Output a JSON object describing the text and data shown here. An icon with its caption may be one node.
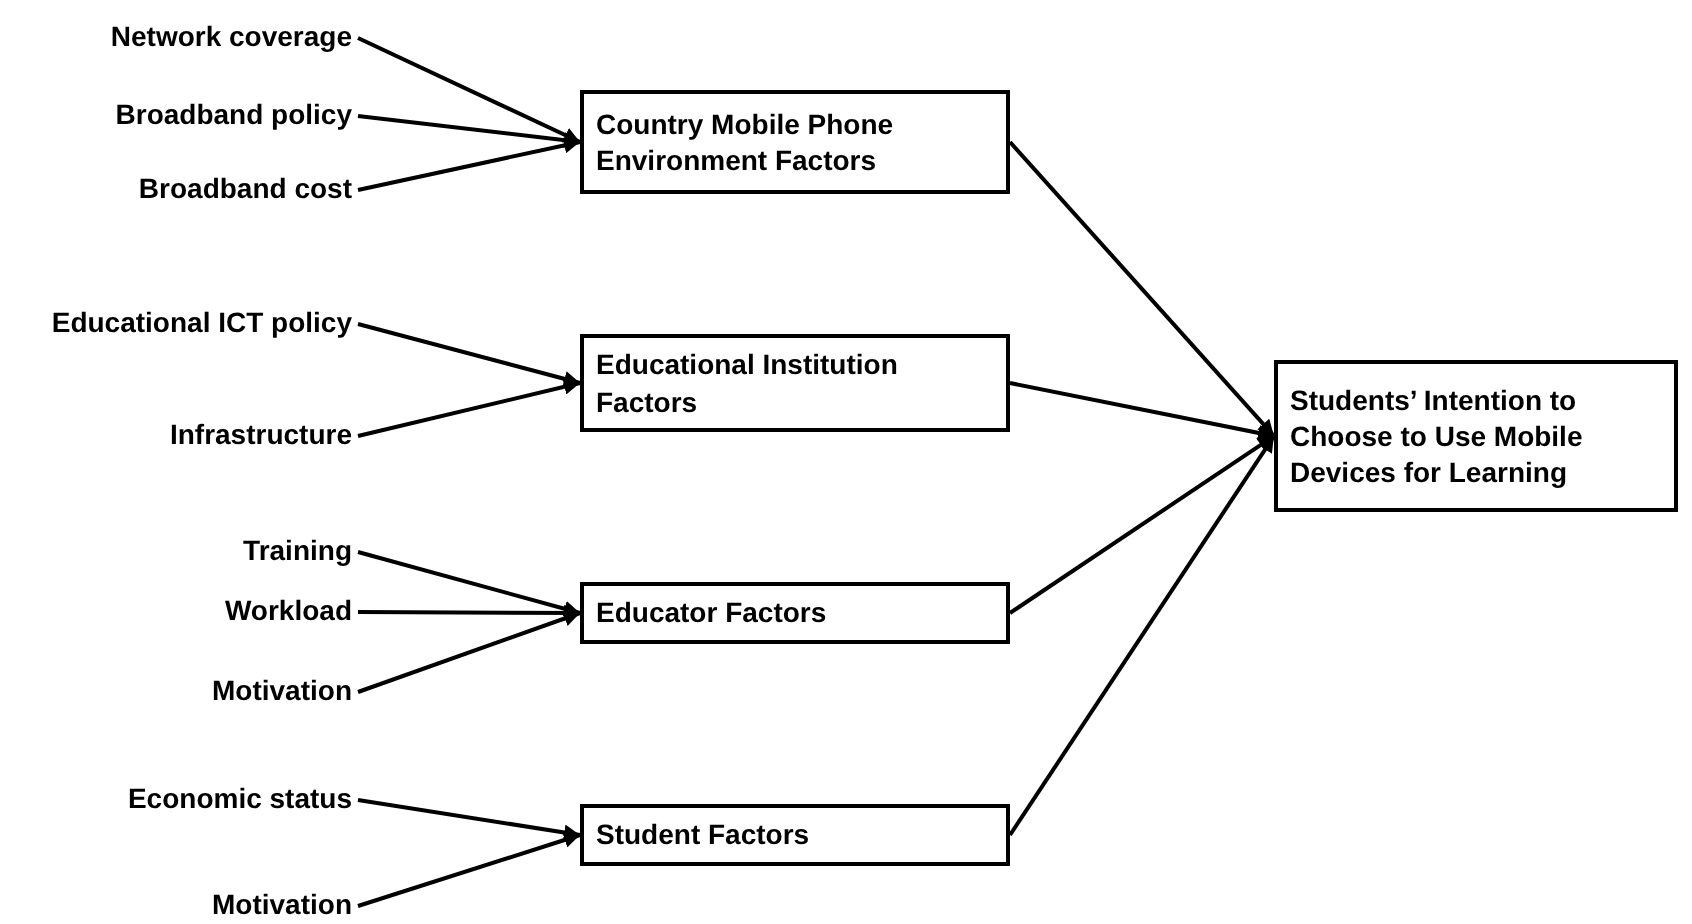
{
  "diagram": {
    "nodes": [
      {
        "text": [
          "Network coverage"
        ]
      },
      {
        "text": [
          "Broadband policy"
        ]
      },
      {
        "text": [
          "Broadband cost"
        ]
      },
      {
        "text": [
          "Country Mobile Phone Environment Factors"
        ]
      },
      {
        "text": [
          "Educational ICT policy"
        ]
      },
      {
        "text": [
          "Infrastructure"
        ]
      },
      {
        "text": [
          "Educational Institution Factors"
        ]
      },
      {
        "text": [
          "Training"
        ]
      },
      {
        "text": [
          "Workload"
        ]
      },
      {
        "text": [
          "Motivation"
        ]
      },
      {
        "text": [
          "Educator Factors"
        ]
      },
      {
        "text": [
          "Economic status"
        ]
      },
      {
        "text": [
          "Motivation"
        ]
      },
      {
        "text": [
          "Student Factors"
        ]
      },
      {
        "text": [
          "Students’ Intention to Choose to Use Mobile Devices for Learning"
        ]
      }
    ],
    "edges": [
      {
        "from": 0,
        "to": 3,
        "arrow": "to"
      },
      {
        "from": 1,
        "to": 3,
        "arrow": "to"
      },
      {
        "from": 2,
        "to": 3,
        "arrow": "to"
      },
      {
        "from": 4,
        "to": 6,
        "arrow": "to"
      },
      {
        "from": 5,
        "to": 6,
        "arrow": "to"
      },
      {
        "from": 7,
        "to": 10,
        "arrow": "to"
      },
      {
        "from": 8,
        "to": 10,
        "arrow": "to"
      },
      {
        "from": 9,
        "to": 10,
        "arrow": "to"
      },
      {
        "from": 11,
        "to": 13,
        "arrow": "to"
      },
      {
        "from": 12,
        "to": 13,
        "arrow": "to"
      },
      {
        "from": 3,
        "to": 14,
        "arrow": "to"
      },
      {
        "from": 6,
        "to": 14,
        "arrow": "to"
      },
      {
        "from": 10,
        "to": 14,
        "arrow": "to"
      },
      {
        "from": 13,
        "to": 14,
        "arrow": "to"
      }
    ]
  }
}
